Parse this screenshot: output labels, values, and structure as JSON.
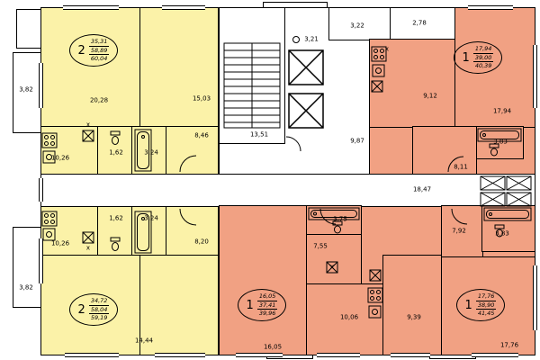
{
  "plan_title": "residential-floor-plan",
  "colors": {
    "apartment_2room": "#fbf2a8",
    "apartment_1room": "#f1a183",
    "walls": "#000000",
    "core": "#ffffff"
  },
  "apartments": {
    "top_left": {
      "rooms": "2",
      "living": "35,31",
      "total": "58,89",
      "full": "60,04"
    },
    "bottom_left": {
      "rooms": "2",
      "living": "34,72",
      "total": "58,04",
      "full": "59,19"
    },
    "top_right": {
      "rooms": "1",
      "living": "17,94",
      "total": "39,00",
      "full": "40,39"
    },
    "bottom_middle": {
      "rooms": "1",
      "living": "16,05",
      "total": "37,41",
      "full": "39,96"
    },
    "bottom_right": {
      "rooms": "1",
      "living": "17,76",
      "total": "38,90",
      "full": "41,45"
    }
  },
  "rooms": {
    "balcony_top_left": "3,82",
    "balcony_bottom_left": "3,82",
    "tl_room_a": "20,28",
    "tl_room_b": "15,03",
    "tl_kitchen": "10,26",
    "tl_wc": "1,62",
    "tl_bath": "3,24",
    "tl_hall": "8,46",
    "bl_kitchen": "10,26",
    "bl_wc": "1,62",
    "bl_bath": "3,24",
    "bl_hall": "8,20",
    "bl_room_b": "14,44",
    "stairs": "13,51",
    "lift_lobby": "3,21",
    "chute": "3,22",
    "store": "2,78",
    "core_hall": "9,87",
    "corridor": "18,47",
    "tr_kitchen": "9,12",
    "tr_room": "17,94",
    "tr_bath": "3,83",
    "tr_hall": "8,11",
    "bm_bath": "3,75",
    "bm_hall": "7,55",
    "bm_room": "16,05",
    "bm_kitchen": "10,06",
    "bm_room_b": "9,39",
    "br_hall": "7,92",
    "br_bath": "3,83",
    "br_room": "17,76",
    "vent_mark": "x"
  }
}
